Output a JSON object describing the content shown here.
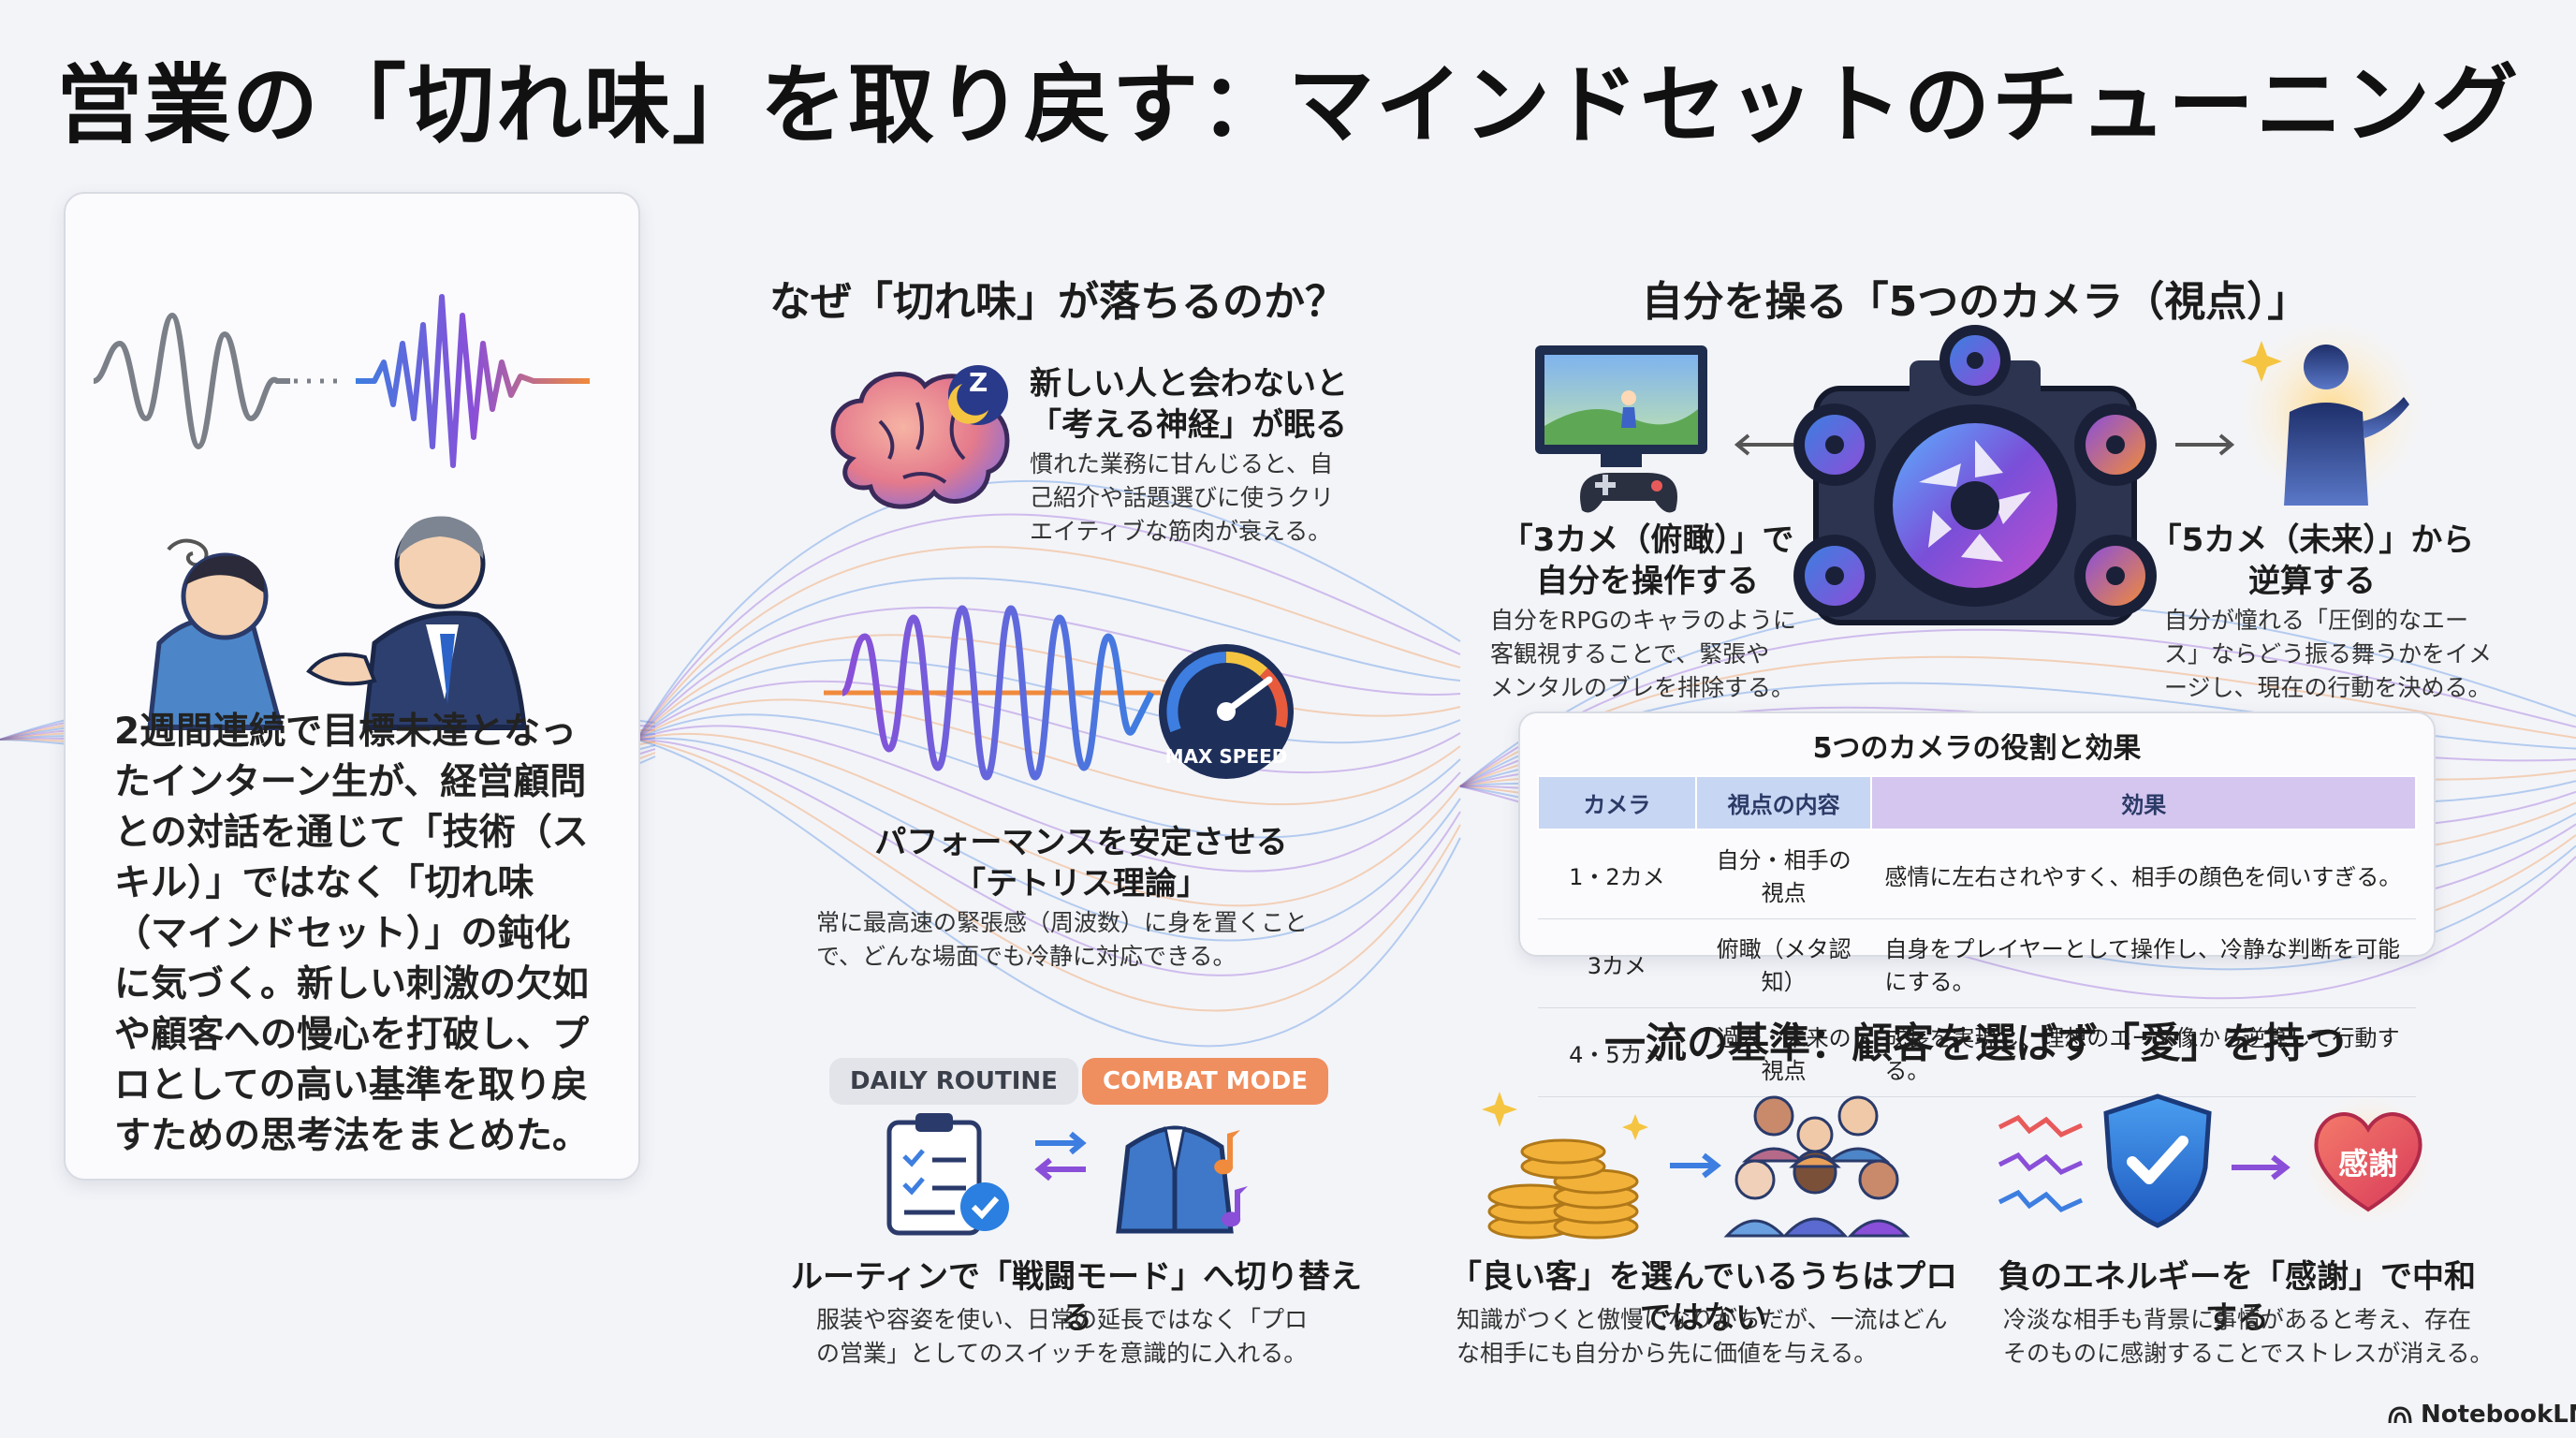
{
  "title": "営業の「切れ味」を取り戻す：マインドセットのチューニング",
  "intro": {
    "text": "2週間連続で目標未達となったインターン生が、経営顧問との対話を通じて「技術（スキル）」ではなく「切れ味（マインドセット）」の鈍化に気づく。新しい刺激の欠如や顧客への慢心を打破し、プロとしての高い基準を取り戻すための思考法をまとめた。"
  },
  "why": {
    "title": "なぜ「切れ味」が落ちるのか？",
    "item1": {
      "title1": "新しい人と会わないと",
      "title2": "「考える神経」が眠る",
      "body1": "慣れた業務に甘んじると、自",
      "body2": "己紹介や話題選びに使うクリ",
      "body3": "エイティブな筋肉が衰える。",
      "sleep_glyph": "Z"
    },
    "item2": {
      "gauge_label": "MAX SPEED",
      "title1": "パフォーマンスを安定させる",
      "title2": "「テトリス理論」",
      "body1": "常に最高速の緊張感（周波数）に身を置くこと",
      "body2": "で、どんな場面でも冷静に対応できる。"
    },
    "item3": {
      "pill1": "DAILY ROUTINE",
      "pill2": "COMBAT MODE",
      "title": "ルーティンで「戦闘モード」へ切り替える",
      "body1": "服装や容姿を使い、日常の延長ではなく「プロ",
      "body2": "の営業」としてのスイッチを意識的に入れる。"
    }
  },
  "cameras": {
    "title": "自分を操る「5つのカメラ（視点）」",
    "left": {
      "title1": "「3カメ（俯瞰）」で",
      "title2": "自分を操作する",
      "body1": "自分をRPGのキャラのように",
      "body2": "客観視することで、緊張や",
      "body3": "メンタルのブレを排除する。"
    },
    "right": {
      "title1": "「5カメ（未来）」から",
      "title2": "逆算する",
      "body1": "自分が憧れる「圧倒的なエー",
      "body2": "ス」ならどう振る舞うかをイメ",
      "body3": "ージし、現在の行動を決める。"
    },
    "table": {
      "title": "5つのカメラの役割と効果",
      "headers": [
        "カメラ",
        "視点の内容",
        "効果"
      ],
      "rows": [
        [
          "1・2カメ",
          "自分・相手の視点",
          "感情に左右されやすく、相手の顔色を伺いすぎる。"
        ],
        [
          "3カメ",
          "俯瞰（メタ認知）",
          "自身をプレイヤーとして操作し、冷静な判断を可能にする。"
        ],
        [
          "4・5カメ",
          "過去・未来の視点",
          "成長を実現し、理想のエース像から逆算して行動する。"
        ]
      ]
    }
  },
  "standard": {
    "title": "一流の基準：顧客を選ばず「愛」を持つ",
    "left": {
      "title": "「良い客」を選んでいるうちはプロではない",
      "body1": "知識がつくと傲慢になりがちだが、一流はどん",
      "body2": "な相手にも自分から先に価値を与える。"
    },
    "right": {
      "title": "負のエネルギーを「感謝」で中和する",
      "body1": "冷淡な相手も背景に事情があると考え、存在",
      "body2": "そのものに感謝することでストレスが消える。",
      "heart_label": "感謝"
    }
  },
  "brand": {
    "name": "NotebookLM"
  },
  "colors": {
    "blue": "#3d7ee0",
    "purple": "#8a4fd8",
    "orange": "#f08a3c",
    "pink": "#e85a8a",
    "navy": "#2a3a6a"
  }
}
